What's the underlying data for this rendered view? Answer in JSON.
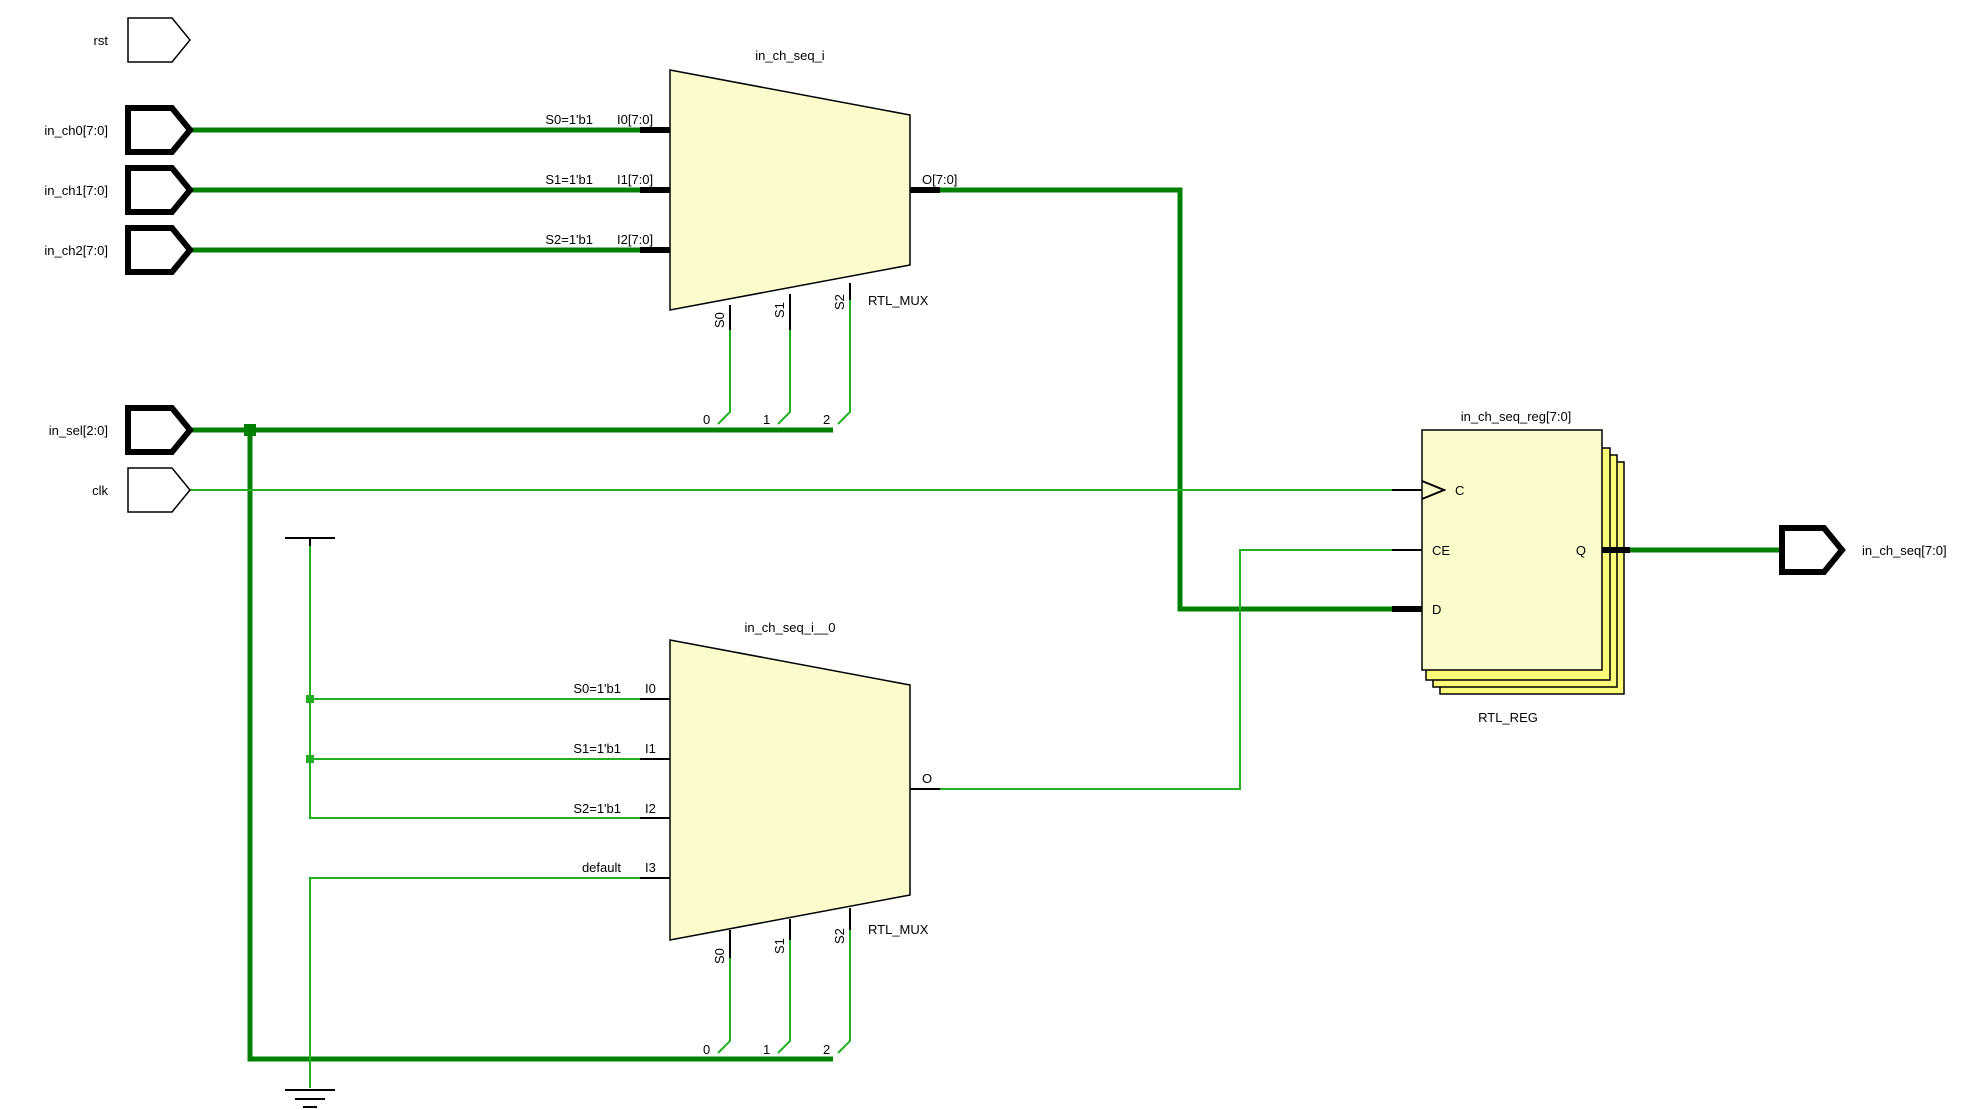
{
  "ports": {
    "rst": "rst",
    "in_ch0": "in_ch0[7:0]",
    "in_ch1": "in_ch1[7:0]",
    "in_ch2": "in_ch2[7:0]",
    "in_sel": "in_sel[2:0]",
    "clk": "clk",
    "out": "in_ch_seq[7:0]"
  },
  "mux1": {
    "instance": "in_ch_seq_i",
    "type": "RTL_MUX",
    "input_pins": [
      "I0[7:0]",
      "I1[7:0]",
      "I2[7:0]"
    ],
    "input_conds": [
      "S0=1'b1",
      "S1=1'b1",
      "S2=1'b1"
    ],
    "output_pin": "O[7:0]",
    "select_pins": [
      "S0",
      "S1",
      "S2"
    ],
    "select_bits": [
      "0",
      "1",
      "2"
    ]
  },
  "mux2": {
    "instance": "in_ch_seq_i__0",
    "type": "RTL_MUX",
    "input_pins": [
      "I0",
      "I1",
      "I2",
      "I3"
    ],
    "input_conds": [
      "S0=1'b1",
      "S1=1'b1",
      "S2=1'b1",
      "default"
    ],
    "output_pin": "O",
    "select_pins": [
      "S0",
      "S1",
      "S2"
    ],
    "select_bits": [
      "0",
      "1",
      "2"
    ]
  },
  "reg": {
    "instance": "in_ch_seq_reg[7:0]",
    "type": "RTL_REG",
    "pins": {
      "c": "C",
      "ce": "CE",
      "d": "D",
      "q": "Q"
    }
  },
  "colors": {
    "bus": "#008000",
    "net": "#22b022",
    "cell_fill": "#fbfbcb",
    "reg_stack_fill": "#fbfb7a"
  }
}
